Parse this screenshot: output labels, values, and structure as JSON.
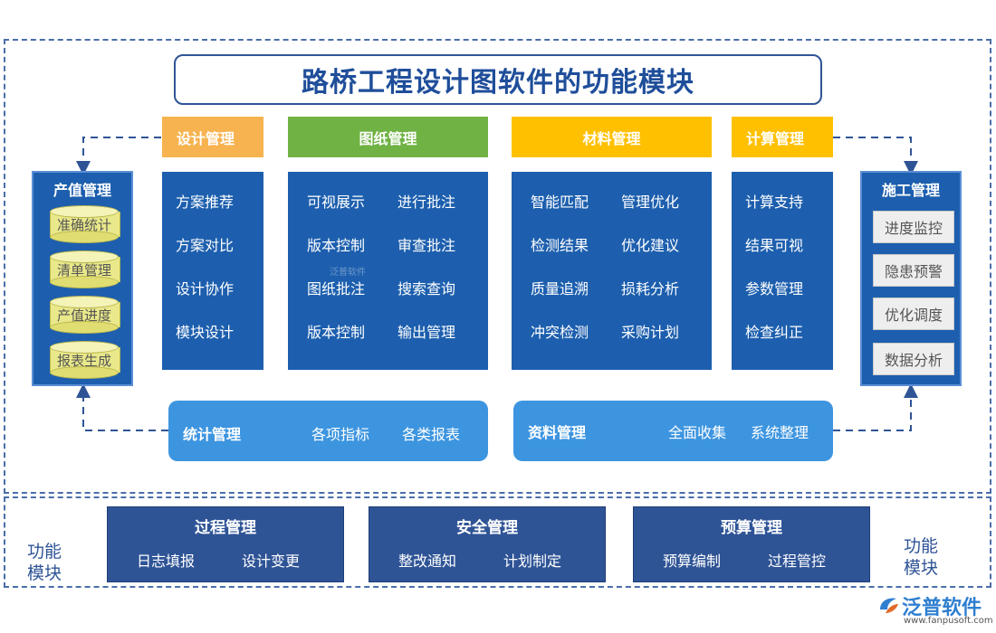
{
  "title": "路桥工程设计图软件的功能模块",
  "colors": {
    "frame": "#4a6ea9",
    "title_text": "#1f4e9a",
    "dark_blue": "#1d5fae",
    "light_blue": "#3d95e0",
    "navy": "#2f5496",
    "header_orange": "#f7b350",
    "header_green": "#70b244",
    "header_yellow": "#ffc000"
  },
  "top_modules": [
    {
      "header": "设计管理",
      "items": [
        "方案推荐",
        "方案对比",
        "设计协作",
        "模块设计"
      ]
    },
    {
      "header": "图纸管理",
      "items": [
        "可视展示",
        "进行批注",
        "版本控制",
        "审查批注",
        "图纸批注",
        "搜索查询",
        "版本控制",
        "输出管理"
      ]
    },
    {
      "header": "材料管理",
      "items": [
        "智能匹配",
        "管理优化",
        "检测结果",
        "优化建议",
        "质量追溯",
        "损耗分析",
        "冲突检测",
        "采购计划"
      ]
    },
    {
      "header": "计算管理",
      "items": [
        "计算支持",
        "结果可视",
        "参数管理",
        "检查纠正"
      ]
    }
  ],
  "left_panel": {
    "title": "产值管理",
    "items": [
      "准确统计",
      "清单管理",
      "产值进度",
      "报表生成"
    ]
  },
  "right_panel": {
    "title": "施工管理",
    "items": [
      "进度监控",
      "隐患预警",
      "优化调度",
      "数据分析"
    ]
  },
  "stats": {
    "title": "统计管理",
    "items": [
      "各项指标",
      "各类报表"
    ]
  },
  "docs": {
    "title": "资料管理",
    "items": [
      "全面收集",
      "系统整理"
    ]
  },
  "bottom_modules": [
    {
      "title": "过程管理",
      "items": [
        "日志填报",
        "设计变更"
      ]
    },
    {
      "title": "安全管理",
      "items": [
        "整改通知",
        "计划制定"
      ]
    },
    {
      "title": "预算管理",
      "items": [
        "预算编制",
        "过程管控"
      ]
    }
  ],
  "side_label_left": "功能\n模块",
  "side_label_right": "功能\n模块",
  "watermark": "泛普软件",
  "logo": {
    "name": "泛普软件",
    "url": "www.fanpusoft.com",
    "icon": "fanpu-logo-icon"
  }
}
